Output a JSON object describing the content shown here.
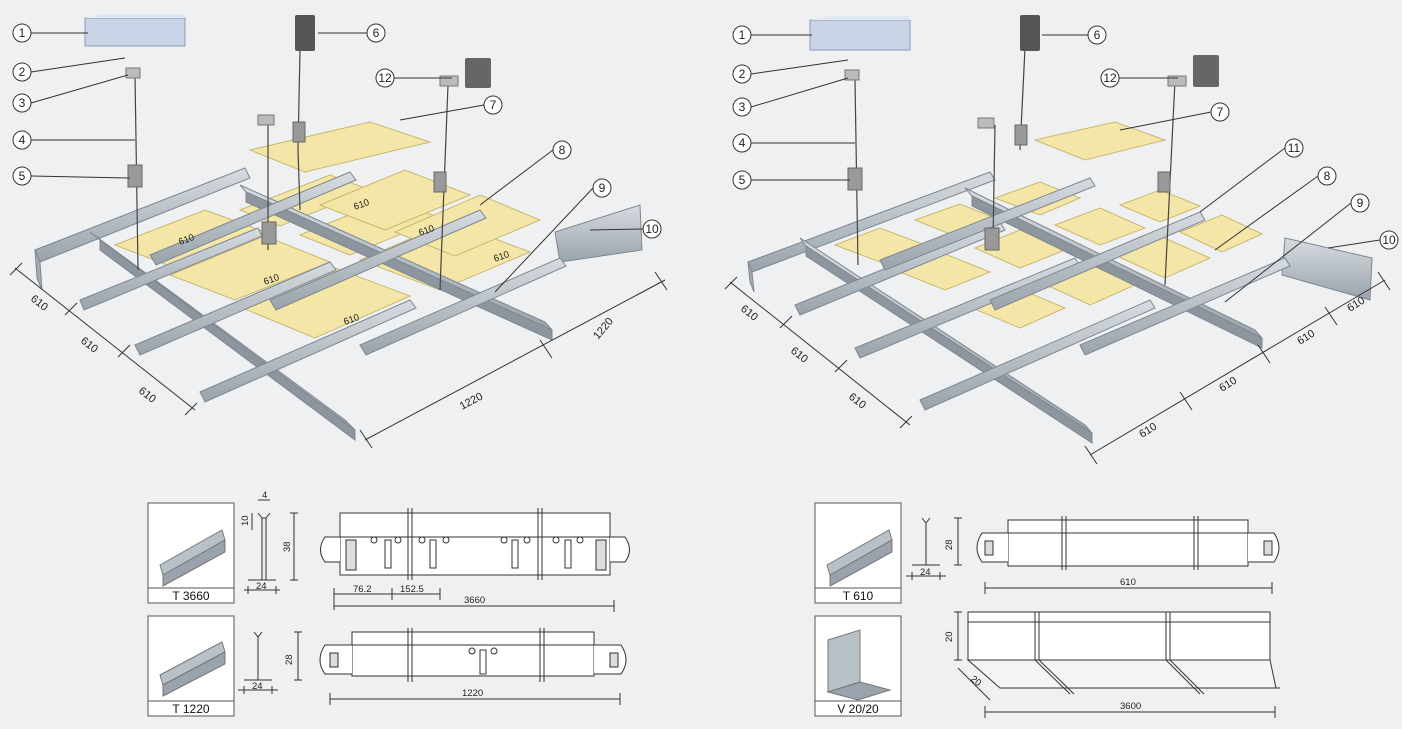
{
  "assembly_left": {
    "callouts": [
      "1",
      "2",
      "3",
      "4",
      "5",
      "6",
      "12",
      "7",
      "8",
      "9",
      "10"
    ],
    "dims": {
      "left": [
        "610",
        "610",
        "610"
      ],
      "right_long": "1220",
      "right_short": "1220"
    },
    "panel_marks": [
      "610",
      "610",
      "610",
      "610",
      "610",
      "610"
    ]
  },
  "assembly_right": {
    "callouts": [
      "1",
      "2",
      "3",
      "4",
      "5",
      "6",
      "12",
      "7",
      "11",
      "8",
      "9",
      "10"
    ],
    "dims": {
      "left": [
        "610",
        "610",
        "610"
      ],
      "right": [
        "610",
        "610",
        "610",
        "610"
      ]
    }
  },
  "profiles": [
    {
      "caption": "T 3660",
      "section_dims": [
        "4",
        "10",
        "38",
        "24"
      ],
      "length_dims": [
        "76.2",
        "152.5",
        "3660"
      ]
    },
    {
      "caption": "T 1220",
      "section_dims": [
        "28",
        "24"
      ],
      "length_dims": [
        "1220"
      ]
    },
    {
      "caption": "T 610",
      "section_dims": [
        "28",
        "24"
      ],
      "length_dims": [
        "610"
      ]
    },
    {
      "caption": "V 20/20",
      "section_dims": [
        "20",
        "20"
      ],
      "length_dims": [
        "3600"
      ]
    }
  ],
  "colors": {
    "panel": "#f3e6a6",
    "profile": "#b9c1c8",
    "profile_dark": "#8d969e",
    "line": "#333333",
    "box": "#c9d5e6"
  }
}
